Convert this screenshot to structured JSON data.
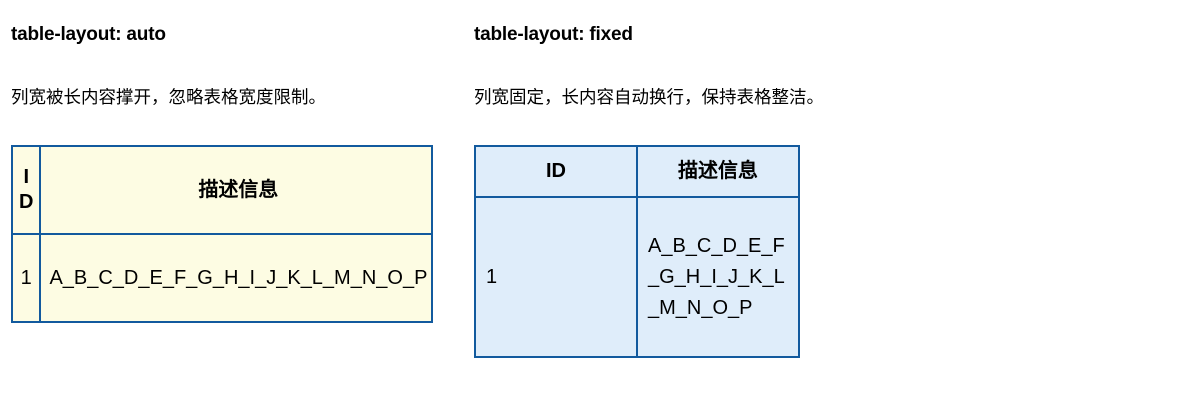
{
  "panels": [
    {
      "key": "auto",
      "heading": "table-layout: auto",
      "description": "列宽被长内容撑开，忽略表格宽度限制。",
      "table": {
        "headers": [
          "ID",
          "描述信息"
        ],
        "rows": [
          {
            "id": "1",
            "desc": "A_B_C_D_E_F_G_H_I_J_K_L_M_N_O_P"
          }
        ],
        "border_color": "#125a9e",
        "fill_color": "#fdfce3"
      }
    },
    {
      "key": "fixed",
      "heading": "table-layout: fixed",
      "description": "列宽固定，长内容自动换行，保持表格整洁。",
      "table": {
        "headers": [
          "ID",
          "描述信息"
        ],
        "rows": [
          {
            "id": "1",
            "desc": "A_B_C_D_E_F_G_H_I_J_K_L_M_N_O_P"
          }
        ],
        "border_color": "#125a9e",
        "fill_color": "#dfedfa"
      }
    }
  ],
  "page": {
    "background": "#ffffff",
    "text_color": "#000000"
  }
}
